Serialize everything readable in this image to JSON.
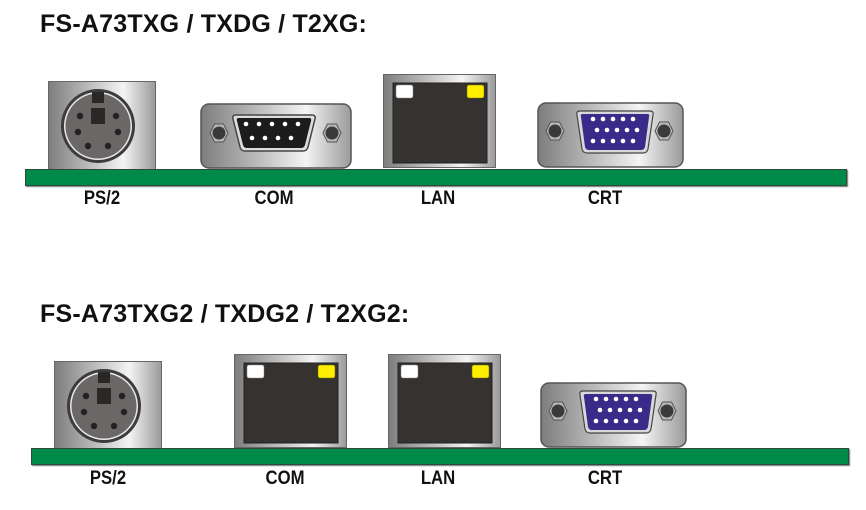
{
  "panels": [
    {
      "title": "FS-A73TXG / TXDG / T2XG:",
      "ports": [
        {
          "type": "ps2",
          "label": "PS/2",
          "icon": "ps2-connector-icon"
        },
        {
          "type": "db9",
          "label": "COM",
          "icon": "db9-serial-connector-icon"
        },
        {
          "type": "rj45",
          "label": "LAN",
          "icon": "rj45-connector-icon"
        },
        {
          "type": "vga",
          "label": "CRT",
          "icon": "vga-connector-icon"
        }
      ]
    },
    {
      "title": "FS-A73TXG2 / TXDG2 / T2XG2:",
      "ports": [
        {
          "type": "ps2",
          "label": "PS/2",
          "icon": "ps2-connector-icon"
        },
        {
          "type": "rj45",
          "label": "COM",
          "icon": "rj45-connector-icon"
        },
        {
          "type": "rj45",
          "label": "LAN",
          "icon": "rj45-connector-icon"
        },
        {
          "type": "vga",
          "label": "CRT",
          "icon": "vga-connector-icon"
        }
      ]
    }
  ],
  "colors": {
    "board_green": "#008a4a",
    "led_left": "#ffffff",
    "led_right": "#ffee00",
    "vga_blue": "#3a2a8a",
    "jack_dark": "#353230"
  }
}
